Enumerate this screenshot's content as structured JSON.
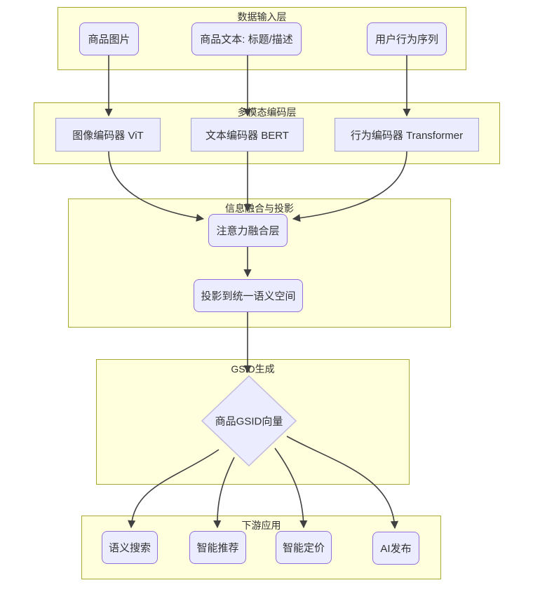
{
  "diagram": {
    "type": "flowchart",
    "colors": {
      "background": "#ffffff",
      "cluster_fill": "#ffffde",
      "cluster_border": "#aaaa33",
      "node_fill": "#ececff",
      "node_border": "#9370db",
      "edge_color": "#404040",
      "text_color": "#333333"
    },
    "clusters": {
      "input": {
        "label": "数据输入层"
      },
      "encoding": {
        "label": "多模态编码层"
      },
      "fusion": {
        "label": "信息融合与投影"
      },
      "gsid": {
        "label": "GSID生成"
      },
      "downstream": {
        "label": "下游应用"
      }
    },
    "nodes": {
      "product_image": {
        "label": "商品图片",
        "shape": "rounded"
      },
      "product_text": {
        "label": "商品文本: 标题/描述",
        "shape": "rounded"
      },
      "user_behavior": {
        "label": "用户行为序列",
        "shape": "rounded"
      },
      "vit": {
        "label": "图像编码器 ViT",
        "shape": "rect"
      },
      "bert": {
        "label": "文本编码器 BERT",
        "shape": "rect"
      },
      "transformer": {
        "label": "行为编码器 Transformer",
        "shape": "rect"
      },
      "attention": {
        "label": "注意力融合层",
        "shape": "rounded"
      },
      "projection": {
        "label": "投影到统一语义空间",
        "shape": "rounded"
      },
      "gsid_vector": {
        "label": "商品GSID向量",
        "shape": "diamond"
      },
      "semantic_search": {
        "label": "语义搜索",
        "shape": "rounded"
      },
      "smart_recommend": {
        "label": "智能推荐",
        "shape": "rounded"
      },
      "smart_pricing": {
        "label": "智能定价",
        "shape": "rounded"
      },
      "ai_publish": {
        "label": "AI发布",
        "shape": "rounded"
      }
    },
    "edges": [
      {
        "from": "商品图片",
        "to": "图像编码器 ViT"
      },
      {
        "from": "商品文本: 标题/描述",
        "to": "文本编码器 BERT"
      },
      {
        "from": "用户行为序列",
        "to": "行为编码器 Transformer"
      },
      {
        "from": "图像编码器 ViT",
        "to": "注意力融合层"
      },
      {
        "from": "文本编码器 BERT",
        "to": "注意力融合层"
      },
      {
        "from": "行为编码器 Transformer",
        "to": "注意力融合层"
      },
      {
        "from": "注意力融合层",
        "to": "投影到统一语义空间"
      },
      {
        "from": "投影到统一语义空间",
        "to": "商品GSID向量"
      },
      {
        "from": "商品GSID向量",
        "to": "语义搜索"
      },
      {
        "from": "商品GSID向量",
        "to": "智能推荐"
      },
      {
        "from": "商品GSID向量",
        "to": "智能定价"
      },
      {
        "from": "商品GSID向量",
        "to": "AI发布"
      }
    ]
  }
}
